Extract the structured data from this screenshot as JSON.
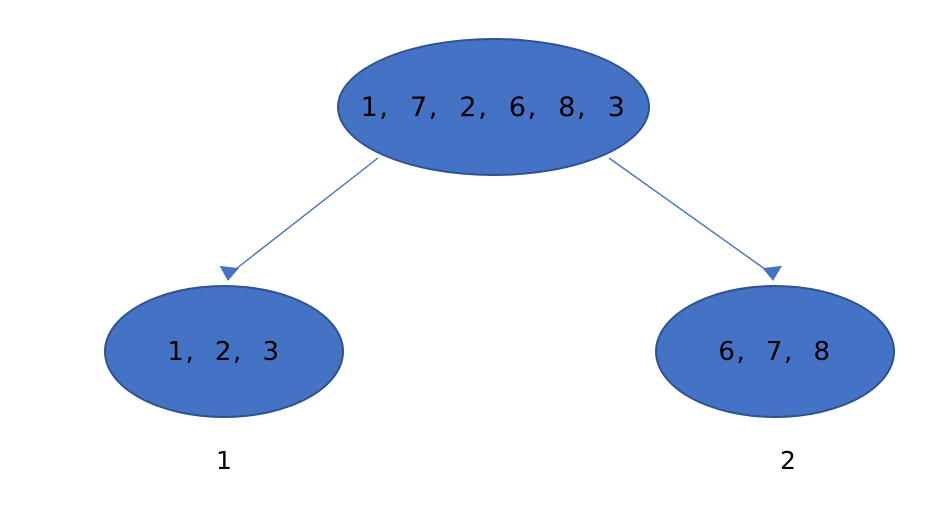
{
  "diagram": {
    "type": "tree",
    "background_color": "#ffffff",
    "node_fill_color": "#4472C4",
    "node_border_color": "#2F528F",
    "edge_color": "#4472C4",
    "text_color": "#000000",
    "nodes": [
      {
        "id": "root",
        "label": "1,  7,  2,  6,  8,  3",
        "values": [
          1,
          7,
          2,
          6,
          8,
          3
        ]
      },
      {
        "id": "left",
        "label": "1,  2,  3",
        "values": [
          1,
          2,
          3
        ]
      },
      {
        "id": "right",
        "label": "6,  7,  8",
        "values": [
          6,
          7,
          8
        ]
      }
    ],
    "edges": [
      {
        "id": "root-to-left",
        "from": "root",
        "to": "left",
        "label": "1"
      },
      {
        "id": "root-to-right",
        "from": "root",
        "to": "right",
        "label": "2"
      }
    ]
  }
}
